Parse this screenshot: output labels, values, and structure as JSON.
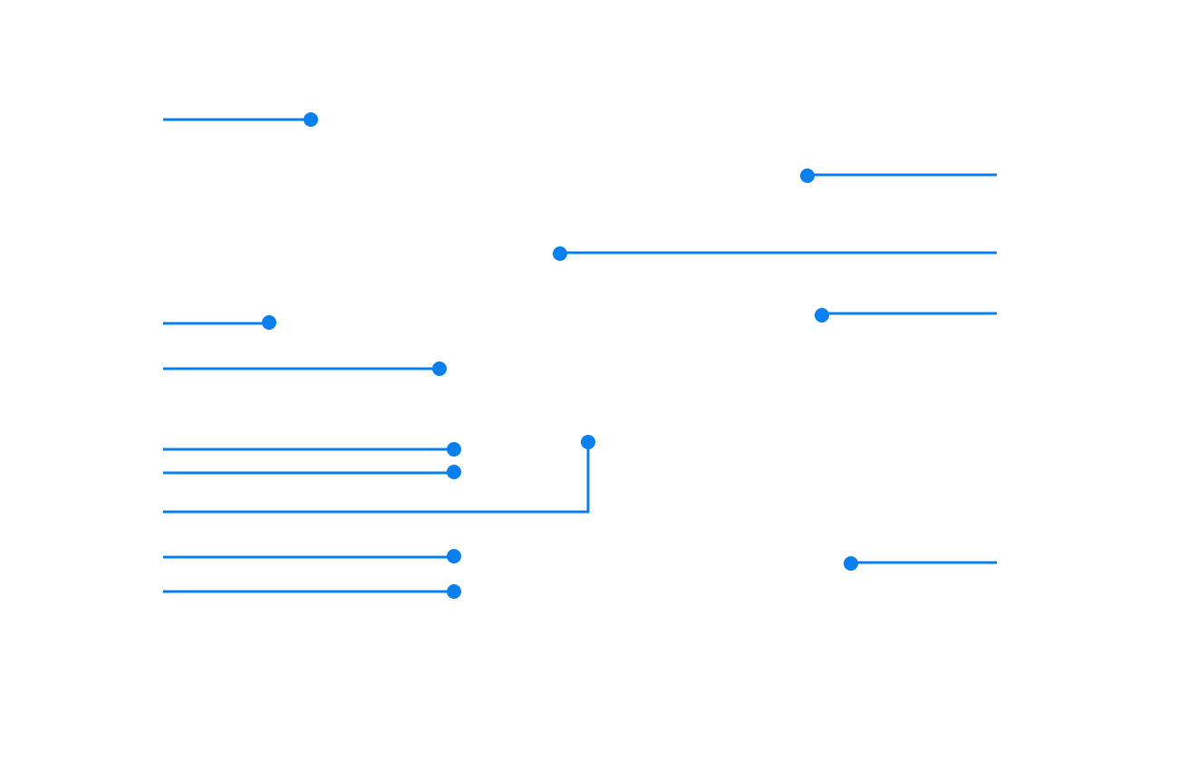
{
  "diagram": {
    "kind": "annotation-leader-lines",
    "accent_color": "#0a80f0",
    "background_color": "#ffffff",
    "leader_count": 12,
    "labels_visible": false,
    "marker_shape": "dot"
  }
}
